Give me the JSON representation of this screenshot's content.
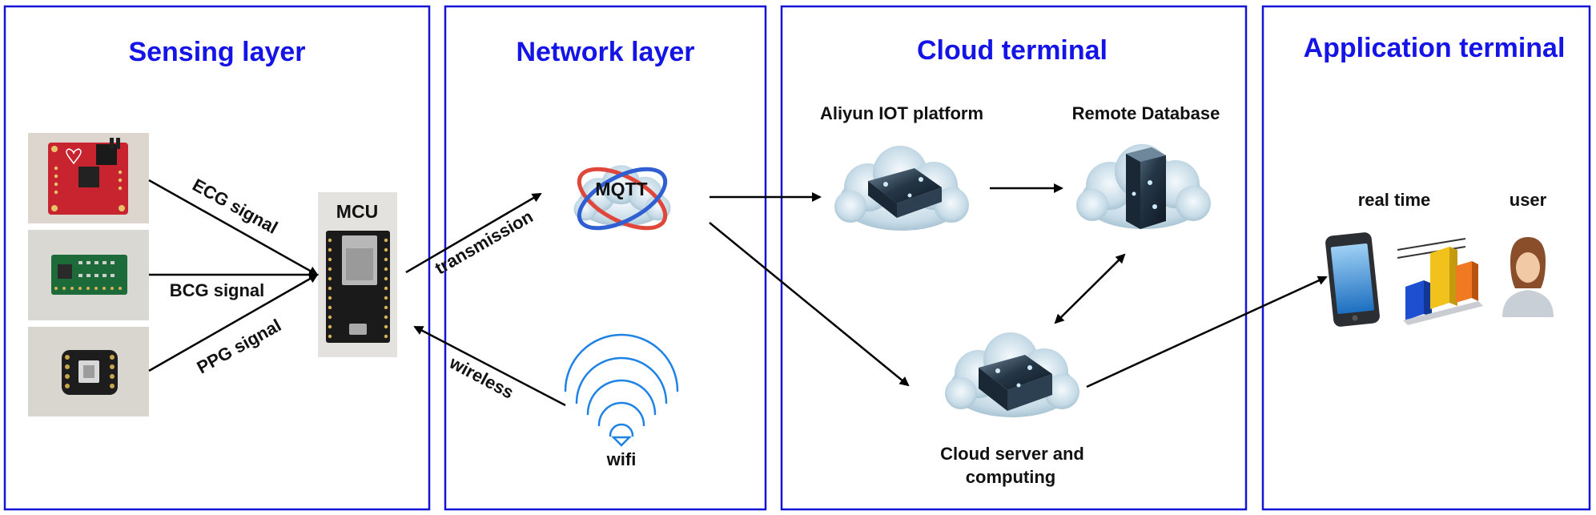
{
  "panels": {
    "sensing": {
      "title": "Sensing layer"
    },
    "network": {
      "title": "Network layer"
    },
    "cloud": {
      "title": "Cloud terminal"
    },
    "application": {
      "title": "Application terminal"
    }
  },
  "sensing": {
    "mcu_label": "MCU",
    "signals": {
      "ecg": "ECG signal",
      "bcg": "BCG signal",
      "ppg": "PPG signal"
    }
  },
  "network": {
    "mqtt_label": "MQTT",
    "transmission_label": "transmission",
    "wireless_label": "wireless",
    "wifi_label": "wifi"
  },
  "cloud": {
    "iot_platform_label": "Aliyun IOT platform",
    "database_label": "Remote Database",
    "server_label_line1": "Cloud server and",
    "server_label_line2": "computing"
  },
  "application": {
    "realtime_label": "real time",
    "user_label": "user"
  },
  "colors": {
    "border": "#1414d6",
    "title": "#1414e6",
    "arrow": "#000000",
    "wifi": "#1e82e6"
  }
}
